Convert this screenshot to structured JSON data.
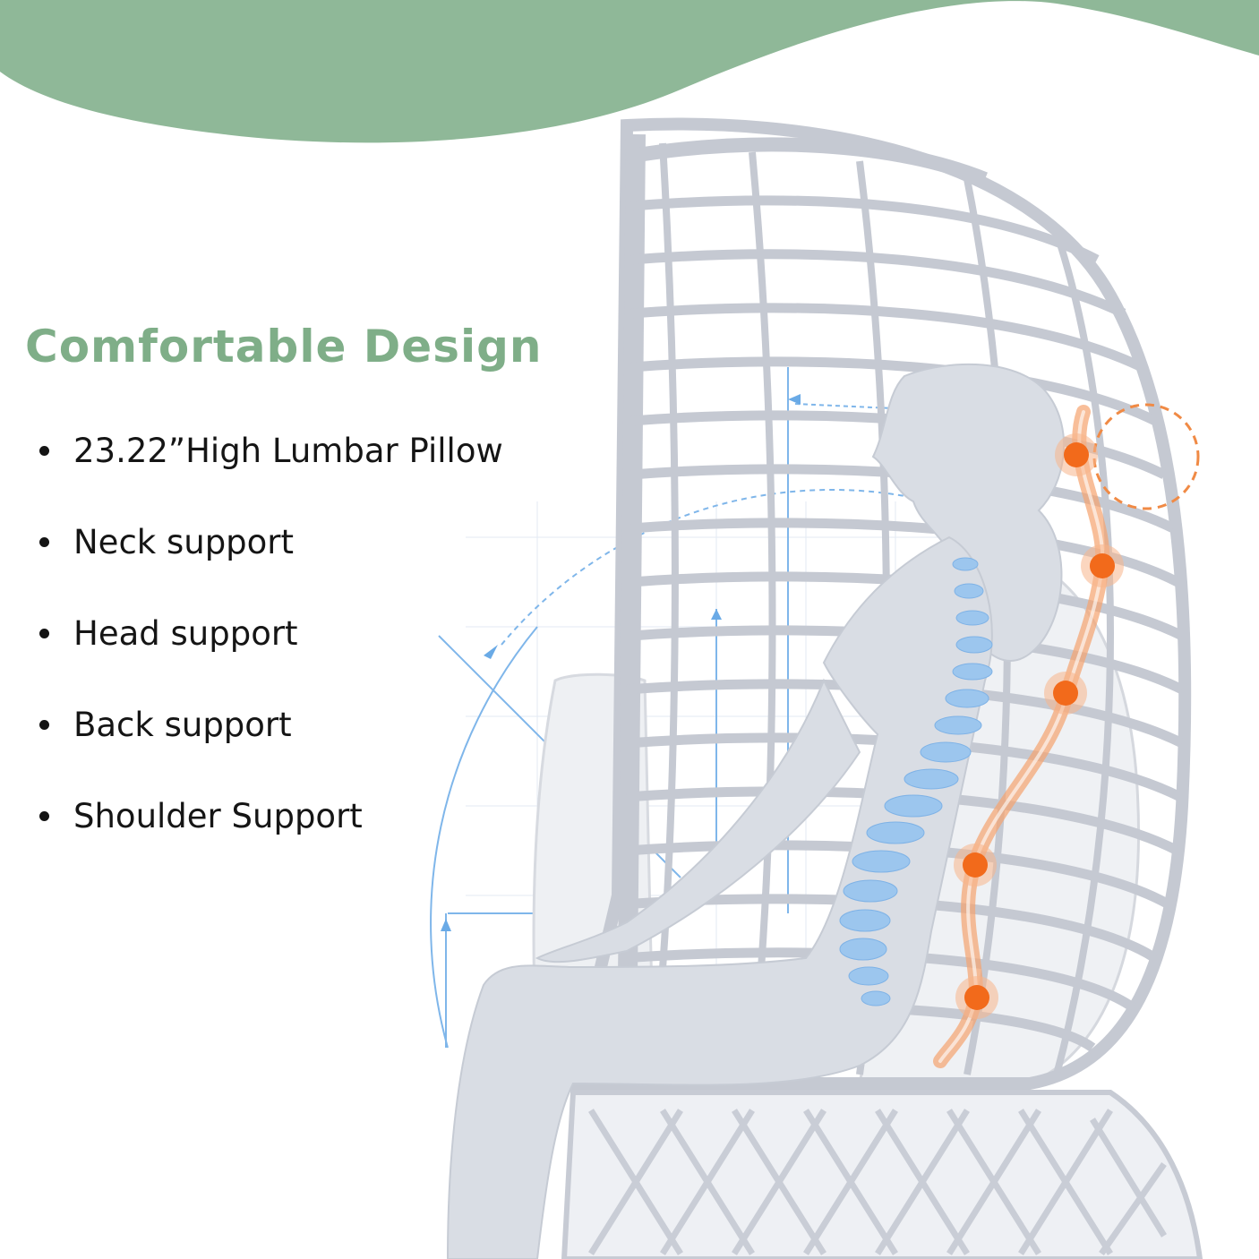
{
  "colors": {
    "banner": "#8fb898",
    "heading": "#7fae88",
    "rattan": "#c7cbd4",
    "figure": "#d9dde4",
    "spine": "#8ebbe8",
    "support_points": "#f26a1b",
    "guides": "#6aaae6"
  },
  "heading": "Comfortable Design",
  "features": [
    "23.22”High Lumbar Pillow",
    "Neck support",
    "Head support",
    "Back support",
    "Shoulder Support"
  ],
  "icons": {
    "bullet": "filled-circle",
    "support_point": "orange-dot",
    "dimension_arrow": "arrow"
  }
}
